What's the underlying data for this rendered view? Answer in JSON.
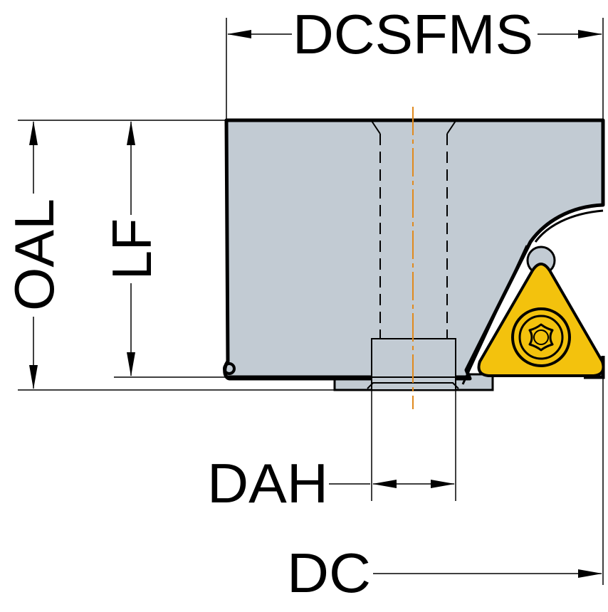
{
  "labels": {
    "dcsfms": "DCSFMS",
    "oal": "OAL",
    "lf": "LF",
    "dah": "DAH",
    "dc": "DC"
  },
  "colors": {
    "body": "#c2cbd3",
    "outline": "#000000",
    "insert": "#f3c20d",
    "centerline": "#e08a1e",
    "background": "#ffffff"
  },
  "icons": {
    "insert": "triangular-insert-icon",
    "screw": "torx-screw-icon"
  }
}
